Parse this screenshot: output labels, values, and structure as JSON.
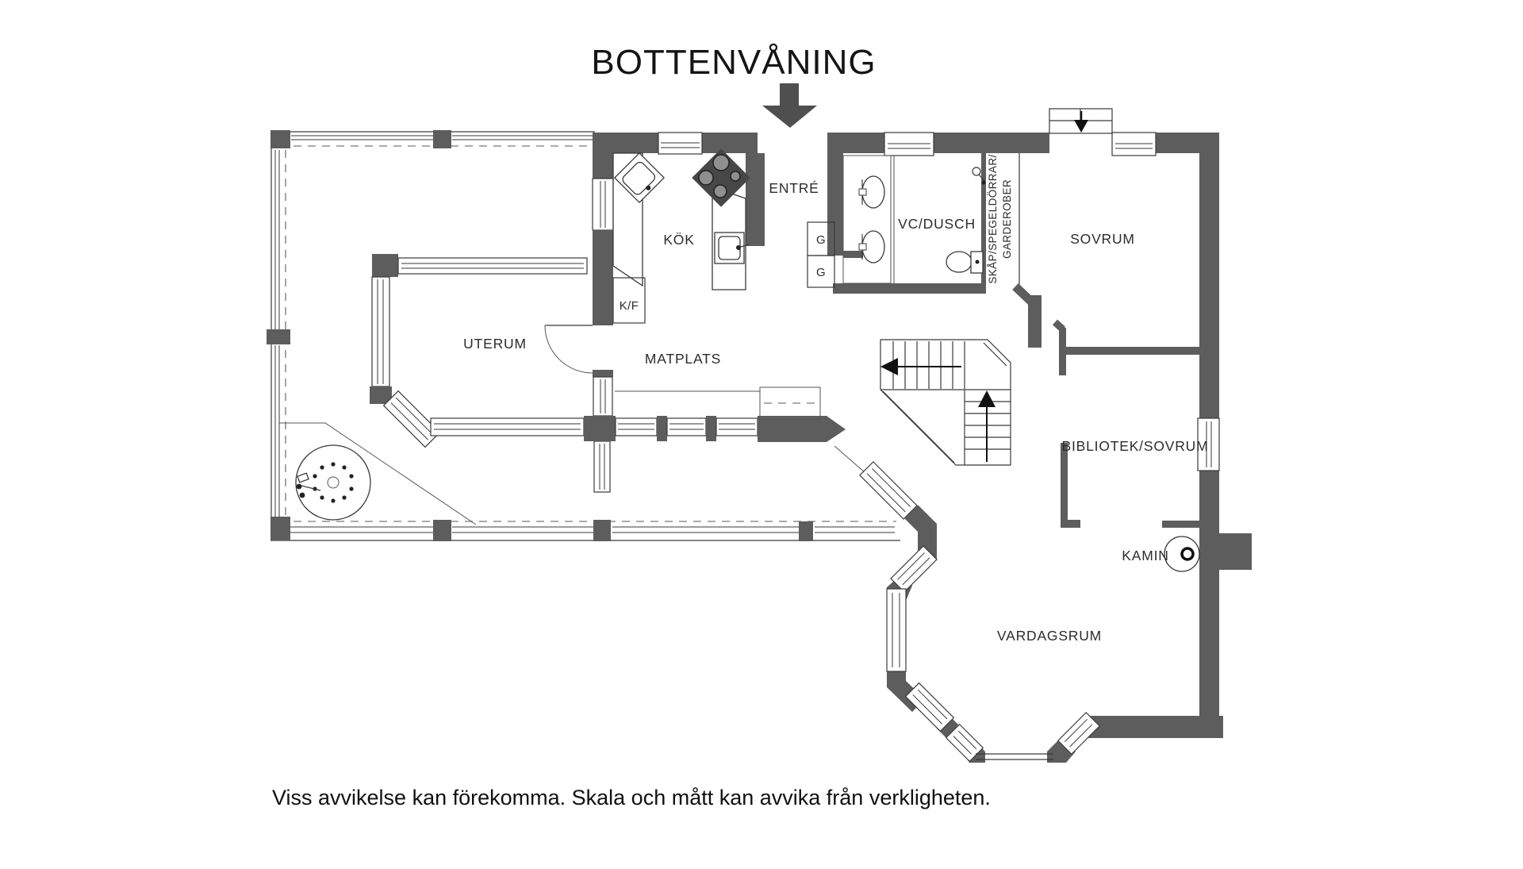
{
  "header": {
    "title": "BOTTENVÅNING"
  },
  "rooms": {
    "entre": "ENTRÉ",
    "kok": "KÖK",
    "vc_dusch": "VC/DUSCH",
    "skap_line1": "SKÅP/SPEGELDÖRRAR/",
    "skap_line2": "GARDEROBER",
    "sovrum": "SOVRUM",
    "kf": "K/F",
    "uterum": "UTERUM",
    "matplats": "MATPLATS",
    "bibliotek": "BIBLIOTEK/SOVRUM",
    "kamin": "KAMIN",
    "vardagsrum": "VARDAGSRUM",
    "garderob_1": "G",
    "garderob_2": "G"
  },
  "footer": {
    "disclaimer": "Viss avvikelse kan förekomma. Skala och mått kan avvika från verkligheten."
  },
  "colors": {
    "background": "#ffffff",
    "wall": "#5d5d5d",
    "line": "#3a3a3a",
    "text": "#1a1a1a"
  }
}
